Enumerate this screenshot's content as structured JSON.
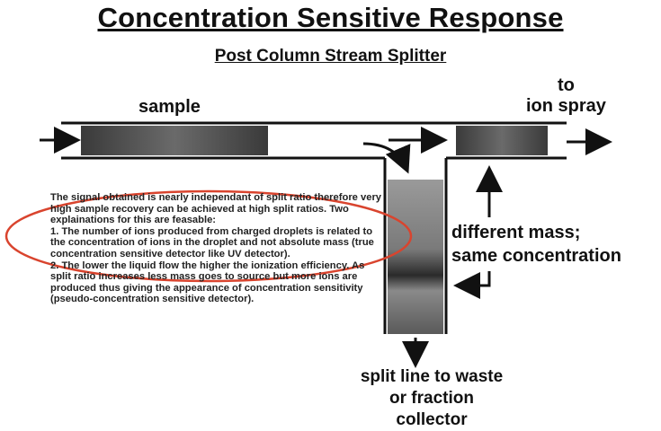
{
  "title": "Concentration Sensitive Response",
  "subtitle": "Post Column Stream Splitter",
  "labels": {
    "sample": "sample",
    "to_ion_spray_line1": "to",
    "to_ion_spray_line2": "ion spray",
    "different_mass_line1": "different mass;",
    "different_mass_line2": "same concentration",
    "split_line1": "split line to waste",
    "split_line2": "or fraction",
    "split_line3": "collector"
  },
  "note": {
    "paragraph1": "The signal obtained is nearly independant of split ratio therefore very high sample recovery can be achieved at high split ratios.  Two explainations for this are feasable:",
    "point1": "1. The number of ions produced from charged droplets is related to the concentration of ions in the droplet and not absolute mass (true concentration sensitive detector like UV detector).",
    "point2": "2. The lower the liquid flow the higher the ionization efficiency.  As split ratio increases less mass goes to source but more ions are produced thus giving the appearance of concentration sensitivity (pseudo-concentration sensitive detector)."
  },
  "colors": {
    "ink": "#111111",
    "band": "#5a5a5a",
    "ellipse": "#d9442e"
  }
}
